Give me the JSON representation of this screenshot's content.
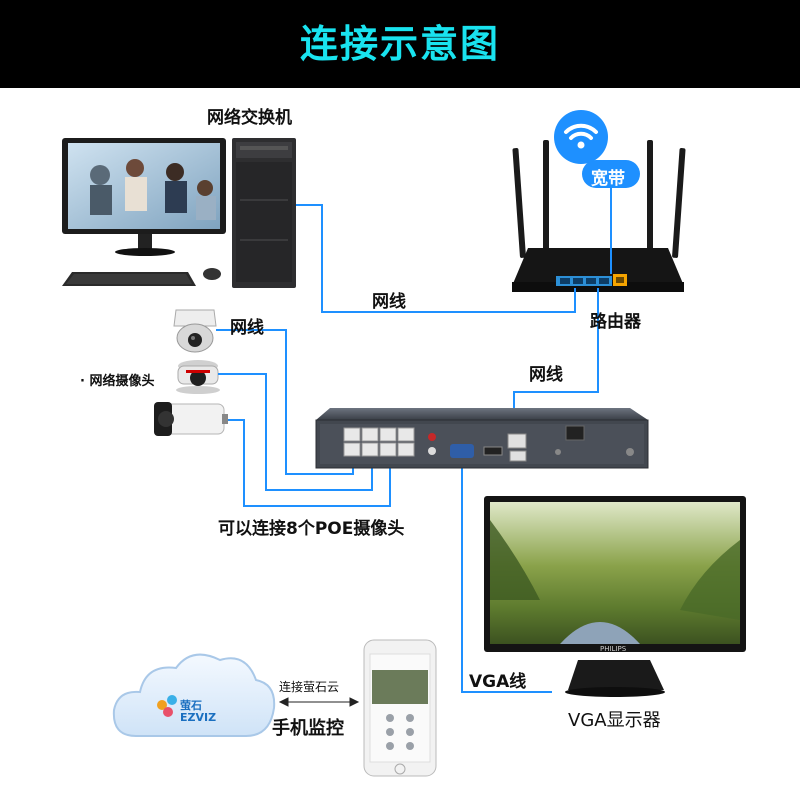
{
  "header": {
    "title": "连接示意图"
  },
  "labels": {
    "switch": "网络交换机",
    "router": "路由器",
    "broadband": "宽带",
    "cable_pc_router": "网线",
    "cable_cameras": "网线",
    "cable_nvr_router": "网线",
    "camera": "· 网络摄像头",
    "poe_note": "可以连接8个POE摄像头",
    "vga_cable": "VGA线",
    "vga_monitor": "VGA显示器",
    "cloud_link": "连接萤石云",
    "phone_monitor": "手机监控",
    "cloud_brand_cn": "萤石",
    "cloud_brand_en": "EZVIZ",
    "monitor_brand": "PHILIPS"
  },
  "colors": {
    "title": "#19e3ef",
    "cable": "#1e90ff",
    "accent": "#f5a400"
  }
}
